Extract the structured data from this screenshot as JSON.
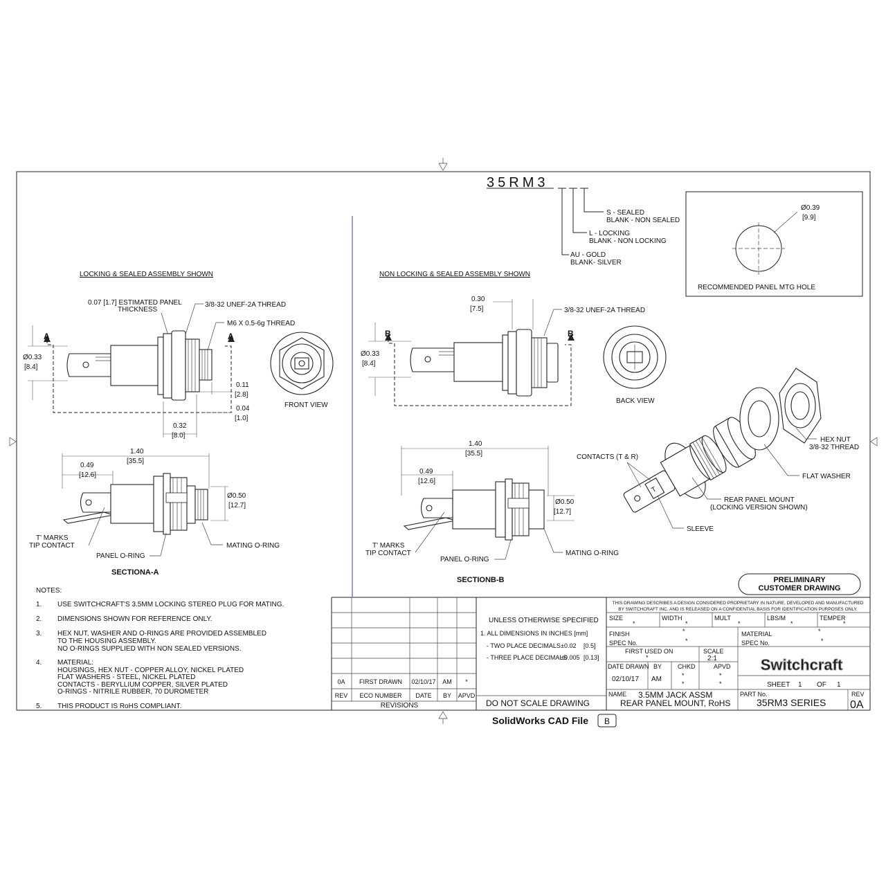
{
  "part_code": {
    "prefix": "35RM3",
    "options": [
      [
        "S - SEALED",
        "BLANK - NON SEALED"
      ],
      [
        "L - LOCKING",
        "BLANK - NON LOCKING"
      ],
      [
        "AU - GOLD",
        "BLANK- SILVER"
      ]
    ]
  },
  "mounting_hole": {
    "diameter": "Ø0.39",
    "diameter_mm": "[9.9]",
    "label": "RECOMMENDED PANEL MTG HOLE"
  },
  "left_view": {
    "heading": "LOCKING & SEALED ASSEMBLY SHOWN",
    "panel_thickness": [
      "0.07 [1.7] ESTIMATED PANEL",
      "THICKNESS"
    ],
    "thread_1": "3/8-32 UNEF-2A THREAD",
    "thread_2": "M6 X 0.5-6g THREAD",
    "section_marker": "A",
    "dia": "Ø0.33",
    "dia_mm": "[8.4]",
    "d1": "0.11",
    "d1_mm": "[2.8]",
    "d2": "0.04",
    "d2_mm": "[1.0]",
    "d3": "0.32",
    "d3_mm": "[8.0]",
    "end_view_label": "FRONT VIEW"
  },
  "right_view": {
    "heading": "NON LOCKING & SEALED ASSEMBLY SHOWN",
    "d0": "0.30",
    "d0_mm": "[7.5]",
    "thread_1": "3/8-32 UNEF-2A THREAD",
    "section_marker": "B",
    "dia": "Ø0.33",
    "dia_mm": "[8.4]",
    "end_view_label": "BACK VIEW"
  },
  "section_a": {
    "len": "1.40",
    "len_mm": "[35.5]",
    "sub": "0.49",
    "sub_mm": "[12.6]",
    "dia": "Ø0.50",
    "dia_mm": "[12.7]",
    "marks": [
      "T' MARKS",
      "TIP CONTACT"
    ],
    "panel_oring": "PANEL O-RING",
    "mating_oring": "MATING O-RING",
    "title": "SECTIONA-A"
  },
  "section_b": {
    "len": "1.40",
    "len_mm": "[35.5]",
    "sub": "0.49",
    "sub_mm": "[12.6]",
    "dia": "Ø0.50",
    "dia_mm": "[12.7]",
    "marks": [
      "T' MARKS",
      "TIP CONTACT"
    ],
    "panel_oring": "PANEL O-RING",
    "mating_oring": "MATING O-RING",
    "title": "SECTIONB-B"
  },
  "exploded": {
    "contacts": "CONTACTS (T & R)",
    "hex_nut": [
      "HEX NUT",
      "3/8-32 THREAD"
    ],
    "flat_washer": "FLAT WASHER",
    "rear_mount": [
      "REAR PANEL MOUNT",
      "(LOCKING VERSION SHOWN)"
    ],
    "sleeve": "SLEEVE"
  },
  "notes": {
    "heading": "NOTES:",
    "items": [
      {
        "num": "1.",
        "lines": [
          "USE SWITCHCRAFT'S 3.5MM LOCKING STEREO PLUG FOR MATING."
        ]
      },
      {
        "num": "2.",
        "lines": [
          "DIMENSIONS SHOWN FOR REFERENCE ONLY."
        ]
      },
      {
        "num": "3.",
        "lines": [
          "HEX NUT, WASHER AND O-RINGS ARE PROVIDED ASSEMBLED",
          "TO THE HOUSING ASSEMBLY.",
          "NO O-RINGS SUPPLIED WITH NON SEALED VERSIONS."
        ]
      },
      {
        "num": "4.",
        "lines": [
          "MATERIAL:",
          "HOUSINGS, HEX NUT - COPPER ALLOY, NICKEL PLATED",
          "FLAT WASHERS - STEEL, NICKEL PLATED",
          "CONTACTS - BERYLLIUM COPPER, SILVER PLATED",
          "O-RINGS - NITRILE RUBBER, 70 DUROMETER"
        ]
      },
      {
        "num": "5.",
        "lines": [
          "THIS PRODUCT IS RoHS COMPLIANT."
        ]
      }
    ]
  },
  "stamp": [
    "PRELIMINARY",
    "CUSTOMER DRAWING"
  ],
  "title_block": {
    "revisions": {
      "row": {
        "rev": "0A",
        "eco": "FIRST DRAWN",
        "date": "02/10/17",
        "by": "AM",
        "apvd": "*"
      },
      "headers": {
        "rev": "REV",
        "eco": "ECO NUMBER",
        "date": "DATE",
        "by": "BY",
        "apvd": "APVD"
      },
      "footer": "REVISIONS"
    },
    "tolerance": {
      "heading": "UNLESS OTHERWISE SPECIFIED",
      "line1": "1. ALL DIMENSIONS IN INCHES  [mm]",
      "two_place": "- TWO PLACE DECIMALS",
      "two_val": "±0.02",
      "two_mm": "[0.5]",
      "three_place": "- THREE PLACE DECIMALS",
      "three_val": "±0.005",
      "three_mm": "[0.13]",
      "no_scale": "DO NOT SCALE DRAWING"
    },
    "proprietary": [
      "THIS DRAWING DESCRIBES A DESIGN CONSIDERED PROPRIETARY IN NATURE, DEVELOPED AND MANUFACTURED",
      "BY SWITCHCRAFT INC. AND IS RELEASED ON A CONFIDENTIAL BASIS FOR IDENTIFICATION PURPOSES ONLY."
    ],
    "size_label": "SIZE",
    "width_label": "WIDTH",
    "mult_label": "MULT",
    "lbs_label": "LBS/M",
    "temper_label": "TEMPER",
    "finish_label": "FINISH",
    "spec_label": "SPEC No.",
    "material_label": "MATERIAL",
    "spec2_label": "SPEC No.",
    "first_used_label": "FIRST USED ON",
    "scale_label": "SCALE",
    "scale": "2:1",
    "date_drawn_label": "DATE DRAWN",
    "by_label": "BY",
    "chkd_label": "CHKD",
    "apvd_label": "APVD",
    "date_drawn": "02/10/17",
    "by": "AM",
    "logo": "Switchcraft",
    "sheet_label": "SHEET",
    "sheet": "1",
    "of_label": "OF",
    "of": "1",
    "name_label": "NAME",
    "name_1": "3.5MM JACK ASSM",
    "name_2": "REAR PANEL MOUNT, RoHS",
    "part_label": "PART No.",
    "part_no": "35RM3 SERIES",
    "rev_label": "REV",
    "rev": "0A",
    "star": "*"
  },
  "cad_file": {
    "label": "SolidWorks CAD File",
    "badge": "B"
  }
}
